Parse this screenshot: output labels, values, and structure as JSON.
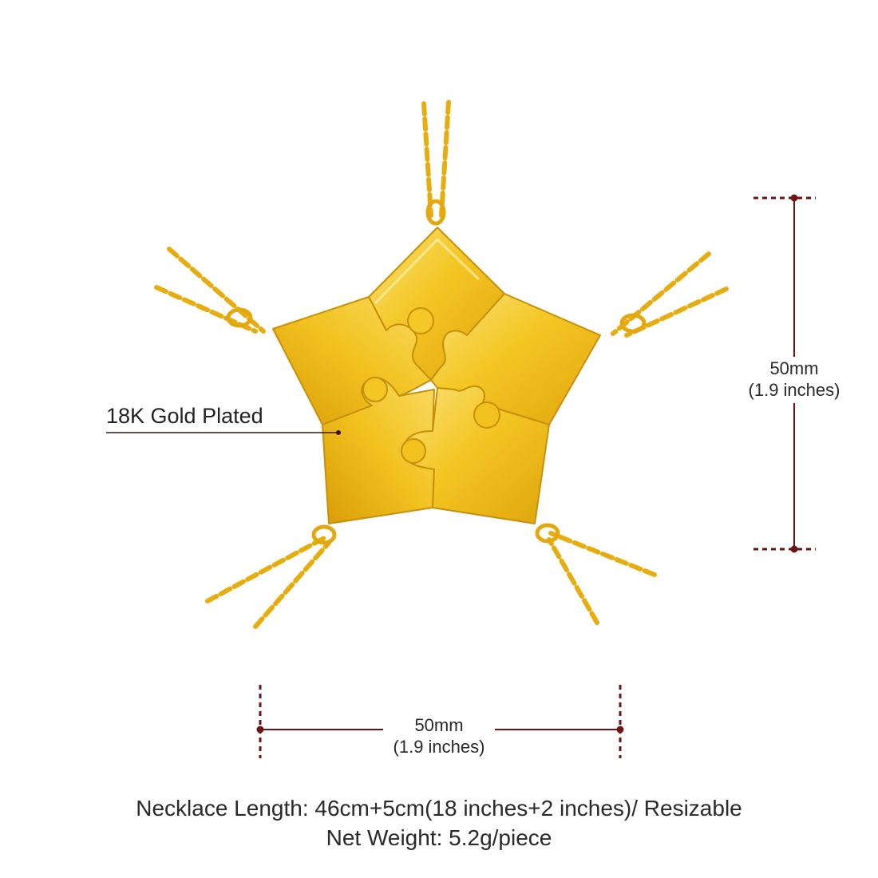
{
  "product": {
    "material_label": "18K Gold Plated",
    "height_dimension": {
      "metric": "50mm",
      "imperial": "(1.9 inches)"
    },
    "width_dimension": {
      "metric": "50mm",
      "imperial": "(1.9 inches)"
    },
    "necklace_length": "Necklace Length: 46cm+5cm(18 inches+2 inches)/ Resizable",
    "net_weight": "Net Weight: 5.2g/piece",
    "pendant_pieces": 5
  },
  "colors": {
    "gold": "#f2c21c",
    "gold_light": "#fae06a",
    "gold_dark": "#c98e05",
    "dimension_line": "#6b1414"
  }
}
